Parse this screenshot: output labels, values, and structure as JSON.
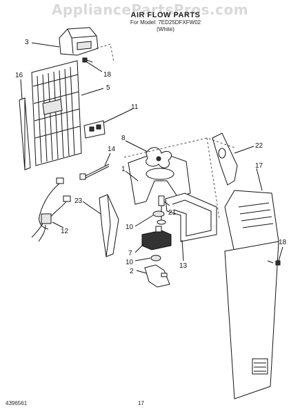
{
  "watermark": "AppliancePartsPros.com",
  "header": {
    "title": "AIR FLOW PARTS",
    "model_line": "For Model: 7ED25DFXFW02",
    "color_line": "(White)"
  },
  "callouts": [
    {
      "id": "c3",
      "label": "3"
    },
    {
      "id": "c18a",
      "label": "18"
    },
    {
      "id": "c16",
      "label": "16"
    },
    {
      "id": "c5",
      "label": "5"
    },
    {
      "id": "c11",
      "label": "11"
    },
    {
      "id": "c8",
      "label": "8"
    },
    {
      "id": "c14",
      "label": "14"
    },
    {
      "id": "c22",
      "label": "22"
    },
    {
      "id": "c1",
      "label": "1"
    },
    {
      "id": "c17",
      "label": "17"
    },
    {
      "id": "c23",
      "label": "23"
    },
    {
      "id": "c21",
      "label": "21"
    },
    {
      "id": "c10a",
      "label": "10"
    },
    {
      "id": "c12",
      "label": "12"
    },
    {
      "id": "c7",
      "label": "7"
    },
    {
      "id": "c10b",
      "label": "10"
    },
    {
      "id": "c13",
      "label": "13"
    },
    {
      "id": "c18b",
      "label": "18"
    },
    {
      "id": "c2",
      "label": "2"
    }
  ],
  "footer": {
    "doc_number": "4396561",
    "page_number": "17"
  }
}
